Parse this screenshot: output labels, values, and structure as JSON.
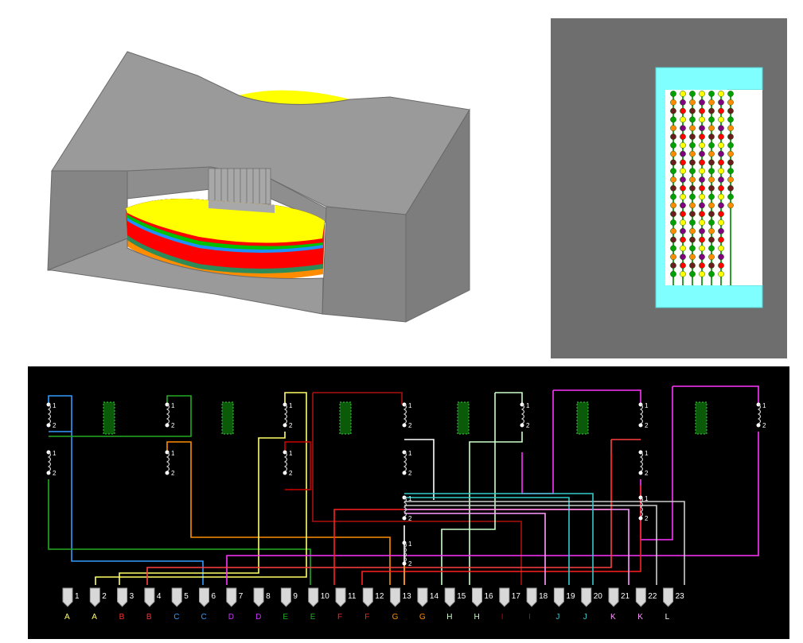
{
  "inductor_3d": {
    "core_color": "#8a8a8a",
    "winding_colors": [
      "#ffff00",
      "#1e90ff",
      "#00c000",
      "#ff0000",
      "#ff8c00",
      "#2e8b57",
      "#ff00ff",
      "#ffa500"
    ]
  },
  "cross_section": {
    "background": "#6e6e6e",
    "bobbin_color": "#7fffff",
    "wire_colors": [
      "#00a000",
      "#ff0000",
      "#ff8c00",
      "#ffff00",
      "#6b1c1c",
      "#800080"
    ]
  },
  "schematic": {
    "background": "#000000",
    "terminals": [
      "1",
      "2",
      "3",
      "4",
      "5",
      "6",
      "7",
      "8",
      "9",
      "10",
      "11",
      "12",
      "13",
      "14",
      "15",
      "16",
      "17",
      "18",
      "19",
      "20",
      "21",
      "22",
      "23"
    ],
    "pin_labels": [
      "1",
      "2"
    ],
    "winding_letters": [
      {
        "text": "A",
        "color": "#ffff66"
      },
      {
        "text": "A",
        "color": "#ffff66"
      },
      {
        "text": "B",
        "color": "#ff3030"
      },
      {
        "text": "B",
        "color": "#ff3030"
      },
      {
        "text": "C",
        "color": "#3399ff"
      },
      {
        "text": "C",
        "color": "#3399ff"
      },
      {
        "text": "D",
        "color": "#cc33ff"
      },
      {
        "text": "D",
        "color": "#cc33ff"
      },
      {
        "text": "E",
        "color": "#22aa22"
      },
      {
        "text": "E",
        "color": "#22aa22"
      },
      {
        "text": "F",
        "color": "#ff2020"
      },
      {
        "text": "F",
        "color": "#ff2020"
      },
      {
        "text": "G",
        "color": "#ff8c00"
      },
      {
        "text": "G",
        "color": "#ff8c00"
      },
      {
        "text": "H",
        "color": "#ccffcc"
      },
      {
        "text": "H",
        "color": "#ccffcc"
      },
      {
        "text": "I",
        "color": "#cc0000"
      },
      {
        "text": "I",
        "color": "#cc0000"
      },
      {
        "text": "J",
        "color": "#33cccc"
      },
      {
        "text": "J",
        "color": "#33cccc"
      },
      {
        "text": "K",
        "color": "#ff99ff"
      },
      {
        "text": "K",
        "color": "#ff99ff"
      },
      {
        "text": "L",
        "color": "#ffffff"
      }
    ]
  }
}
